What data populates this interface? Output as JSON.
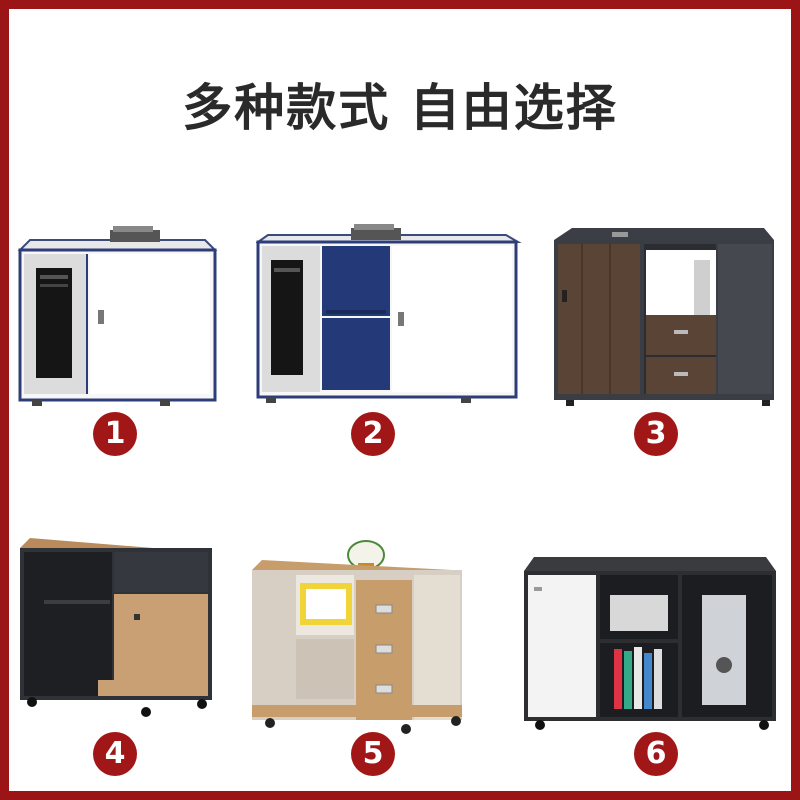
{
  "header": {
    "title": "多种款式 自由选择"
  },
  "styles": [
    {
      "number": "1"
    },
    {
      "number": "2"
    },
    {
      "number": "3"
    },
    {
      "number": "4"
    },
    {
      "number": "5"
    },
    {
      "number": "6"
    }
  ],
  "colors": {
    "frame": "#9b1416",
    "badge": "#a11717",
    "title": "#2a2a2a"
  }
}
